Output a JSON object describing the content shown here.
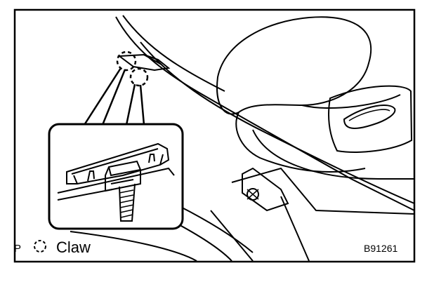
{
  "legend": {
    "marker_letter": "P",
    "marker_icon": "dashed-circle-icon",
    "label": "Claw"
  },
  "figure_id": "B91261",
  "colors": {
    "ink": "#000000",
    "background": "#ffffff"
  }
}
